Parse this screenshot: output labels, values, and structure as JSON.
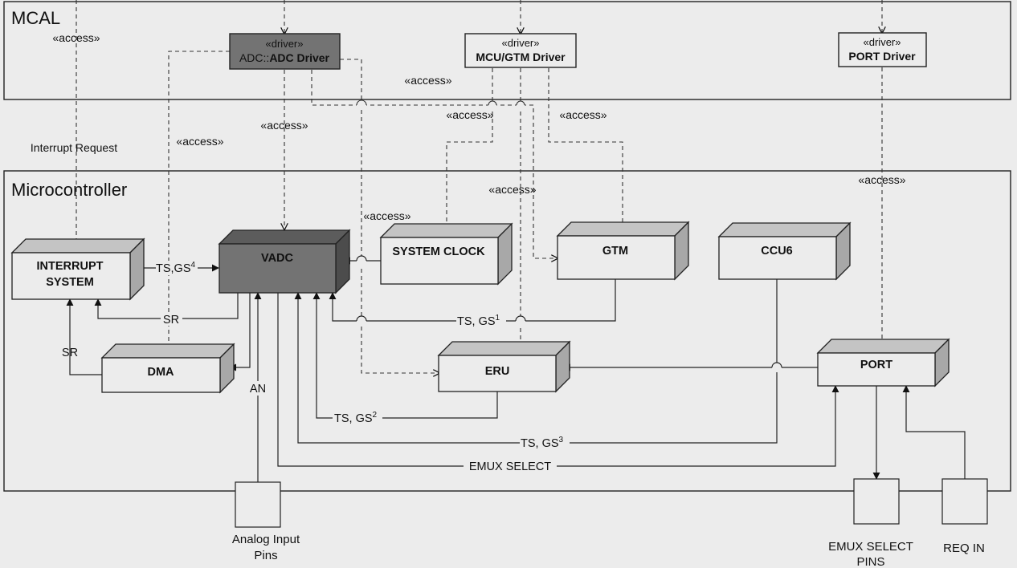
{
  "packages": {
    "mcal": "MCAL",
    "microcontroller": "Microcontroller"
  },
  "drivers": {
    "adc": {
      "stereotype": "«driver»",
      "prefix": "ADC::",
      "name": "ADC Driver"
    },
    "mcu_gtm": {
      "stereotype": "«driver»",
      "name": "MCU/GTM Driver"
    },
    "port": {
      "stereotype": "«driver»",
      "name": "PORT Driver"
    }
  },
  "blocks": {
    "interrupt_system": [
      "INTERRUPT",
      "SYSTEM"
    ],
    "vadc": "VADC",
    "system_clock": "SYSTEM CLOCK",
    "gtm": "GTM",
    "ccu6": "CCU6",
    "dma": "DMA",
    "eru": "ERU",
    "port": "PORT"
  },
  "pins": {
    "analog": [
      "Analog Input",
      "Pins"
    ],
    "emux": [
      "EMUX SELECT",
      "PINS"
    ],
    "req": "REQ IN"
  },
  "labels": {
    "access": "«access»",
    "interrupt_request": "Interrupt Request",
    "sr": "SR",
    "an": "AN",
    "ts_gs": "TS, GS",
    "ts_gs_nospace": "TS,GS",
    "sup1": "1",
    "sup2": "2",
    "sup3": "3",
    "sup4": "4",
    "emux_select": "EMUX SELECT"
  },
  "colors": {
    "background": "#ececec",
    "block_face": "#ececec",
    "block_top": "#c4c4c4",
    "block_side": "#a8a8a8",
    "dark_face": "#737373",
    "dark_top": "#5c5c5c",
    "dark_side": "#4c4c4c",
    "line": "#222222"
  }
}
